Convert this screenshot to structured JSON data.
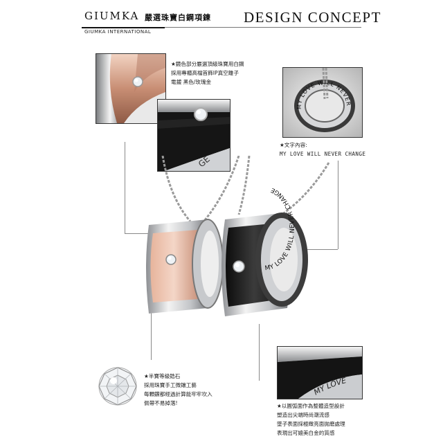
{
  "header": {
    "brand": "GIUMKA",
    "brand_cn": "嚴選珠寶白鋼項鍊",
    "concept": "DESIGN CONCEPT",
    "sub": "GIUMKA INTERNATIONAL"
  },
  "notes": {
    "plating": {
      "line1": "★鏡色部分嚴選頂級珠寶用白鋼",
      "line2": "採用專櫃高檔首飾IP真空離子",
      "line3": "電鍍 黑色/玫瑰金"
    },
    "engraving": {
      "line1": "★文字內容:",
      "line2": "MY LOVE WILL NEVER CHANGE"
    },
    "stone": {
      "line1": "★半寶等級鋯石",
      "line2": "採用珠寶手工微鑲工藝",
      "line3": "每顆鑽都經過計算能牢牢坎入",
      "line4": "佩帶不易掉落!"
    },
    "design": {
      "line1": "★以圓弧面作為整體造型設計",
      "line2": "塑造出尖端時尚潮流感",
      "line3": "墜子表面採極緻亮面拋磨處理",
      "line4": "表現出可媲美白金的質感"
    }
  },
  "ring_text": {
    "engraving": "MY LOVE WILL NEVER CHANGE",
    "small_engraving": "MY LOVE",
    "fragment": "GE"
  },
  "colors": {
    "rose_gold": "#c8907a",
    "black_band": "#141414",
    "steel": "#c9cbce"
  }
}
